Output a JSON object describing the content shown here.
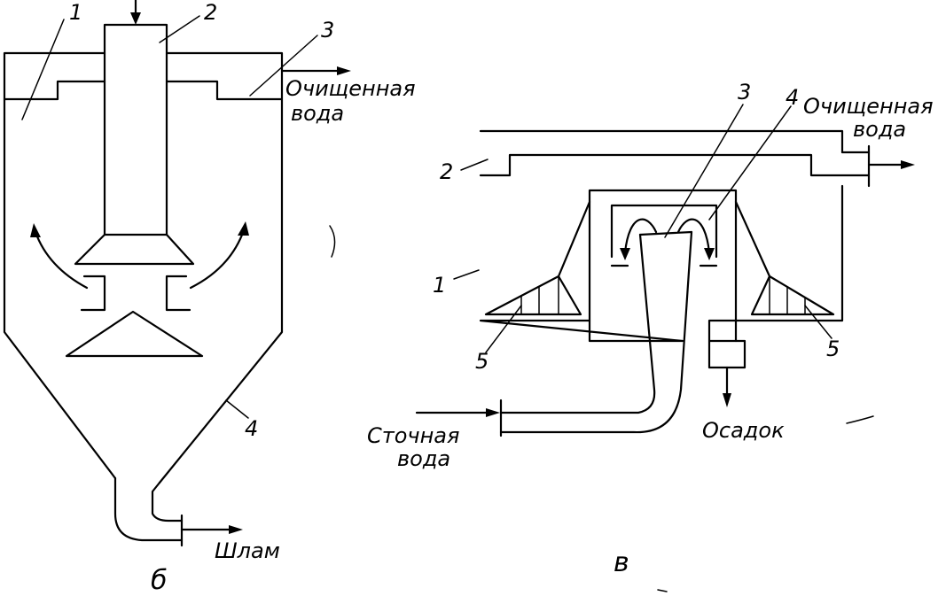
{
  "left_figure": {
    "caption": "б",
    "callouts": [
      "1",
      "2",
      "3",
      "4"
    ],
    "outlet_label_line1": "Очищенная",
    "outlet_label_line2": "вода",
    "sludge_label": "Шлам"
  },
  "right_figure": {
    "caption": "в",
    "callouts": [
      "1",
      "2",
      "3",
      "4",
      "5",
      "5"
    ],
    "outlet_label_line1": "Очищенная",
    "outlet_label_line2": "вода",
    "inlet_label_line1": "Сточная",
    "inlet_label_line2": "вода",
    "sediment_label": "Осадок"
  }
}
